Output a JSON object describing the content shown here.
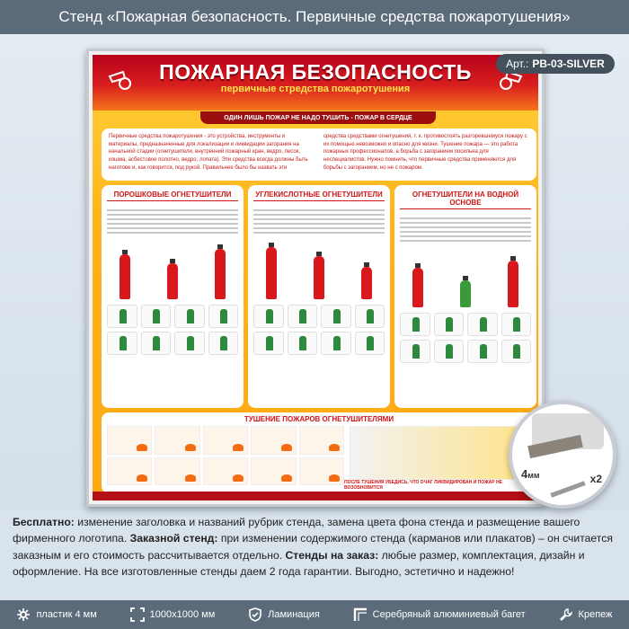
{
  "header": {
    "title": "Стенд «Пожарная безопасность. Первичные средства пожаротушения»"
  },
  "article": {
    "label": "Арт.:",
    "code": "PB-03-SILVER"
  },
  "poster": {
    "title": "ПОЖАРНАЯ БЕЗОПАСНОСТЬ",
    "subtitle": "первичные стредства пожаротушения",
    "motto": "ОДИН ЛИШЬ ПОЖАР НЕ НАДО ТУШИТЬ - ПОЖАР В СЕРДЦЕ",
    "intro_left": "Первичные средства пожаротушения - это устройства, инструменты и материалы, предназначенные для локализации и ликвидации загорания на начальной стадии (огнетушители, внутренний пожарный кран, ведро, песок, кошма, асбестовое полотно, ведро, лопата). Эти средства всегда должны быть наготове и, как говорится, под рукой. Правильнее было бы назвать эти",
    "intro_right": "средства средствами огнетушения, т. к. противостоять разгоревшемуся пожару с их помощью невозможно и опасно для жизни. Тушение пожара — это работа пожарных профессионалов, а борьба с загоранием посильна для неспециалистов. Нужно помнить, что первичные средства применяются для борьбы с загоранием, но не с пожаром.",
    "sections": [
      {
        "title": "ПОРОШКОВЫЕ ОГНЕТУШИТЕЛИ"
      },
      {
        "title": "УГЛЕКИСЛОТНЫЕ ОГНЕТУШИТЕЛИ"
      },
      {
        "title": "ОГНЕТУШИТЕЛИ НА ВОДНОЙ ОСНОВЕ"
      }
    ],
    "bottom_title": "ТУШЕНИЕ ПОЖАРОВ ОГНЕТУШИТЕЛЯМИ",
    "bottom_note": "ПОСЛЕ ТУШЕНИЯ УБЕДИСЬ, ЧТО ОЧАГ ЛИКВИДИРОВАН И ПОЖАР НЕ ВОЗОБНОВИТСЯ"
  },
  "mount": {
    "thickness": "4",
    "unit": "мм",
    "multiplier": "x2"
  },
  "description": {
    "p1_bold": "Бесплатно:",
    "p1": " изменение заголовка и названий рубрик стенда, замена цвета фона стенда и размещение вашего фирменного логотипа. ",
    "p2_bold": "Заказной стенд:",
    "p2": " при изменении содержимого стенда (карманов или плакатов) – он считается заказным и его стоимость рассчитывается отдельно. ",
    "p3_bold": "Стенды на заказ:",
    "p3": " любые размер, комплектация, дизайн и оформление. На все изготовленные стенды даем 2 года гарантии. Выгодно, эстетично и надежно!"
  },
  "features": [
    {
      "icon": "gear-icon",
      "label": "пластик 4 мм"
    },
    {
      "icon": "expand-icon",
      "label": "1000х1000 мм"
    },
    {
      "icon": "shield-icon",
      "label": "Ламинация"
    },
    {
      "icon": "frame-corner-icon",
      "label": "Серебряный алюминиевый багет"
    },
    {
      "icon": "wrench-icon",
      "label": "Крепеж"
    }
  ],
  "colors": {
    "bar": "#5b6b79",
    "poster_red": "#d01515",
    "poster_orange": "#ffb21a"
  }
}
